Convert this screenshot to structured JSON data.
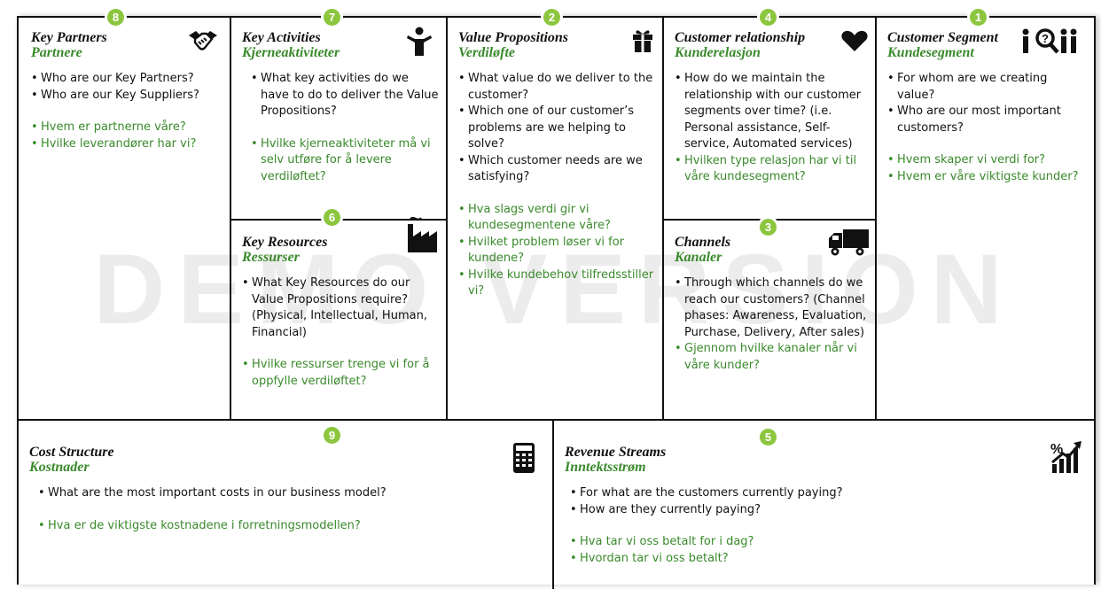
{
  "watermark": "DEMO VERSION",
  "blocks": {
    "key_partners": {
      "number": "8",
      "icon": "handshake-icon",
      "title_en": "Key Partners",
      "title_no": "Partnere",
      "questions_en": [
        "Who are our Key Partners?",
        "Who are our Key Suppliers?"
      ],
      "questions_no": [
        "Hvem er partnerne våre?",
        "Hvilke leverandører har vi?"
      ]
    },
    "key_activities": {
      "number": "7",
      "icon": "person-icon",
      "title_en": "Key Activities",
      "title_no": "Kjerneaktiviteter",
      "questions_en": [
        "What key activities do we have to do to deliver the Value Propositions?"
      ],
      "questions_no": [
        "Hvilke kjerneaktiviteter må vi selv utføre for å levere verdiløftet?"
      ]
    },
    "key_resources": {
      "number": "6",
      "icon": "factory-icon",
      "title_en": "Key Resources",
      "title_no": "Ressurser",
      "questions_en": [
        "What Key Resources do our Value Propositions require? (Physical, Intellectual, Human, Financial)"
      ],
      "questions_no": [
        "Hvilke ressurser trenge vi for å oppfylle verdiløftet?"
      ]
    },
    "value_propositions": {
      "number": "2",
      "icon": "gift-icon",
      "title_en": "Value Propositions",
      "title_no": "Verdiløfte",
      "questions_en": [
        "What value do we deliver to the customer?",
        "Which one of our customer’s problems are we helping to solve?",
        "Which customer needs are we satisfying?"
      ],
      "questions_no": [
        "Hva slags verdi gir vi kundesegmentene våre?",
        "Hvilket problem løser vi for kundene?",
        "Hvilke kundebehov tilfredsstiller vi?"
      ]
    },
    "customer_relationship": {
      "number": "4",
      "icon": "heart-icon",
      "title_en": "Customer relationship",
      "title_no": "Kunderelasjon",
      "questions_en": [
        "How do we maintain the relationship with our customer segments over time? (i.e. Personal assistance, Self-service, Automated services)"
      ],
      "questions_no": [
        "Hvilken type relasjon har vi til våre kundesegment?"
      ]
    },
    "channels": {
      "number": "3",
      "icon": "truck-icon",
      "title_en": "Channels",
      "title_no": "Kanaler",
      "questions_en": [
        "Through which channels do we reach our customers? (Channel phases: Awareness, Evaluation, Purchase, Delivery, After sales)"
      ],
      "questions_no": [
        "Gjennom hvilke kanaler når vi våre kunder?"
      ]
    },
    "customer_segment": {
      "number": "1",
      "icon": "customer-search-icon",
      "title_en": "Customer Segment",
      "title_no": "Kundesegment",
      "questions_en": [
        "For whom are we creating value?",
        "Who are our most important customers?"
      ],
      "questions_no": [
        "Hvem skaper vi verdi for?",
        "Hvem er våre viktigste kunder?"
      ]
    },
    "cost_structure": {
      "number": "9",
      "icon": "calculator-icon",
      "title_en": "Cost Structure",
      "title_no": "Kostnader",
      "questions_en": [
        "What are the most important costs in our business model?"
      ],
      "questions_no": [
        "Hva er de viktigste kostnadene i forretningsmodellen?"
      ]
    },
    "revenue_streams": {
      "number": "5",
      "icon": "revenue-chart-icon",
      "title_en": "Revenue Streams",
      "title_no": "Inntektsstrøm",
      "questions_en": [
        "For what are the customers currently paying?",
        "How are they currently paying?"
      ],
      "questions_no": [
        "Hva tar vi oss betalt for i dag?",
        "Hvordan tar vi oss betalt?"
      ]
    }
  }
}
